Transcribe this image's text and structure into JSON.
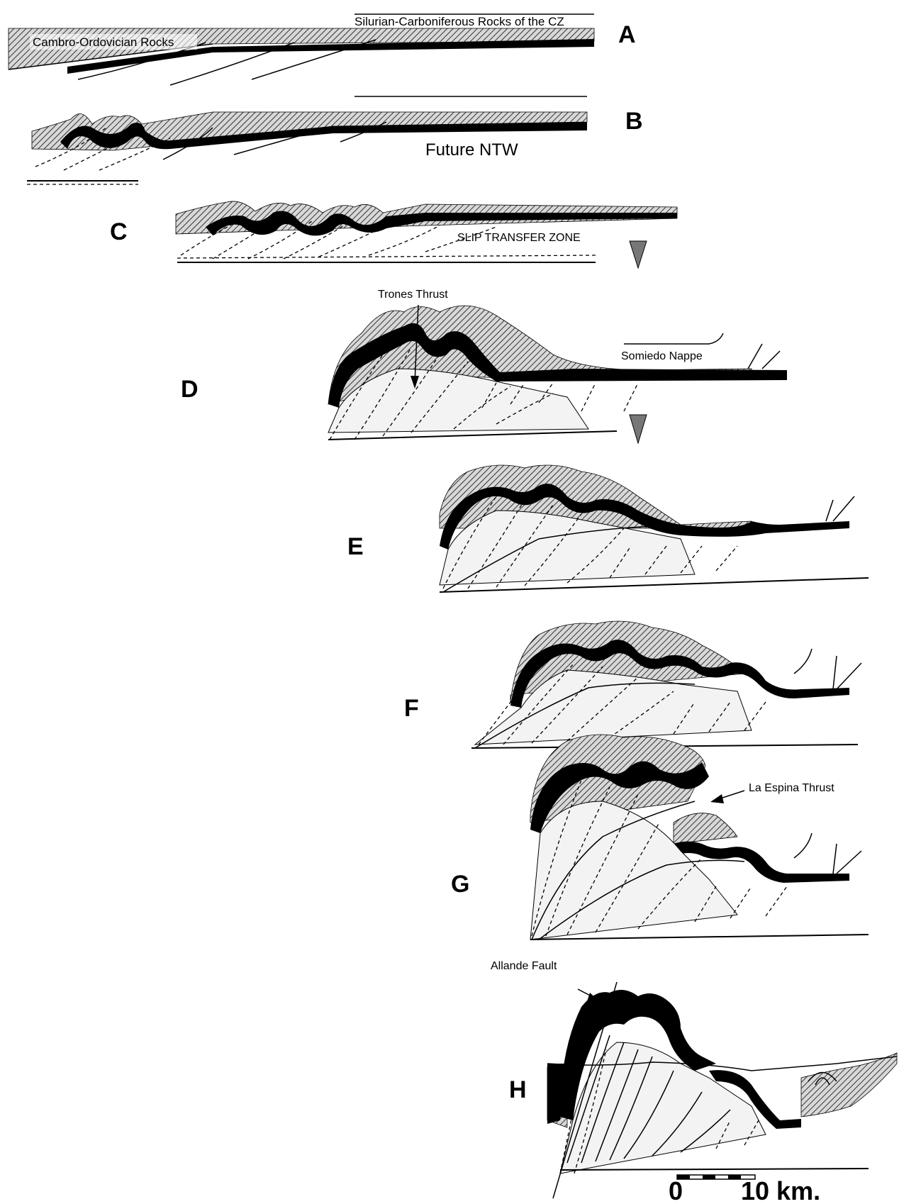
{
  "figure": {
    "panels": [
      {
        "letter": "A",
        "labels": [
          "Silurian-Carboniferous Rocks of the CZ",
          "Cambro-Ordovician Rocks"
        ]
      },
      {
        "letter": "B",
        "labels": [
          "Future NTW"
        ]
      },
      {
        "letter": "C",
        "labels": [
          "SLIP TRANSFER ZONE"
        ]
      },
      {
        "letter": "D",
        "labels": [
          "Trones Thrust",
          "Somiedo Nappe"
        ]
      },
      {
        "letter": "E",
        "labels": []
      },
      {
        "letter": "F",
        "labels": []
      },
      {
        "letter": "G",
        "labels": [
          "La Espina Thrust"
        ]
      },
      {
        "letter": "H",
        "labels": [
          "Allande Fault"
        ]
      }
    ],
    "scale_bar": {
      "start": "0",
      "end": "10 km."
    }
  }
}
